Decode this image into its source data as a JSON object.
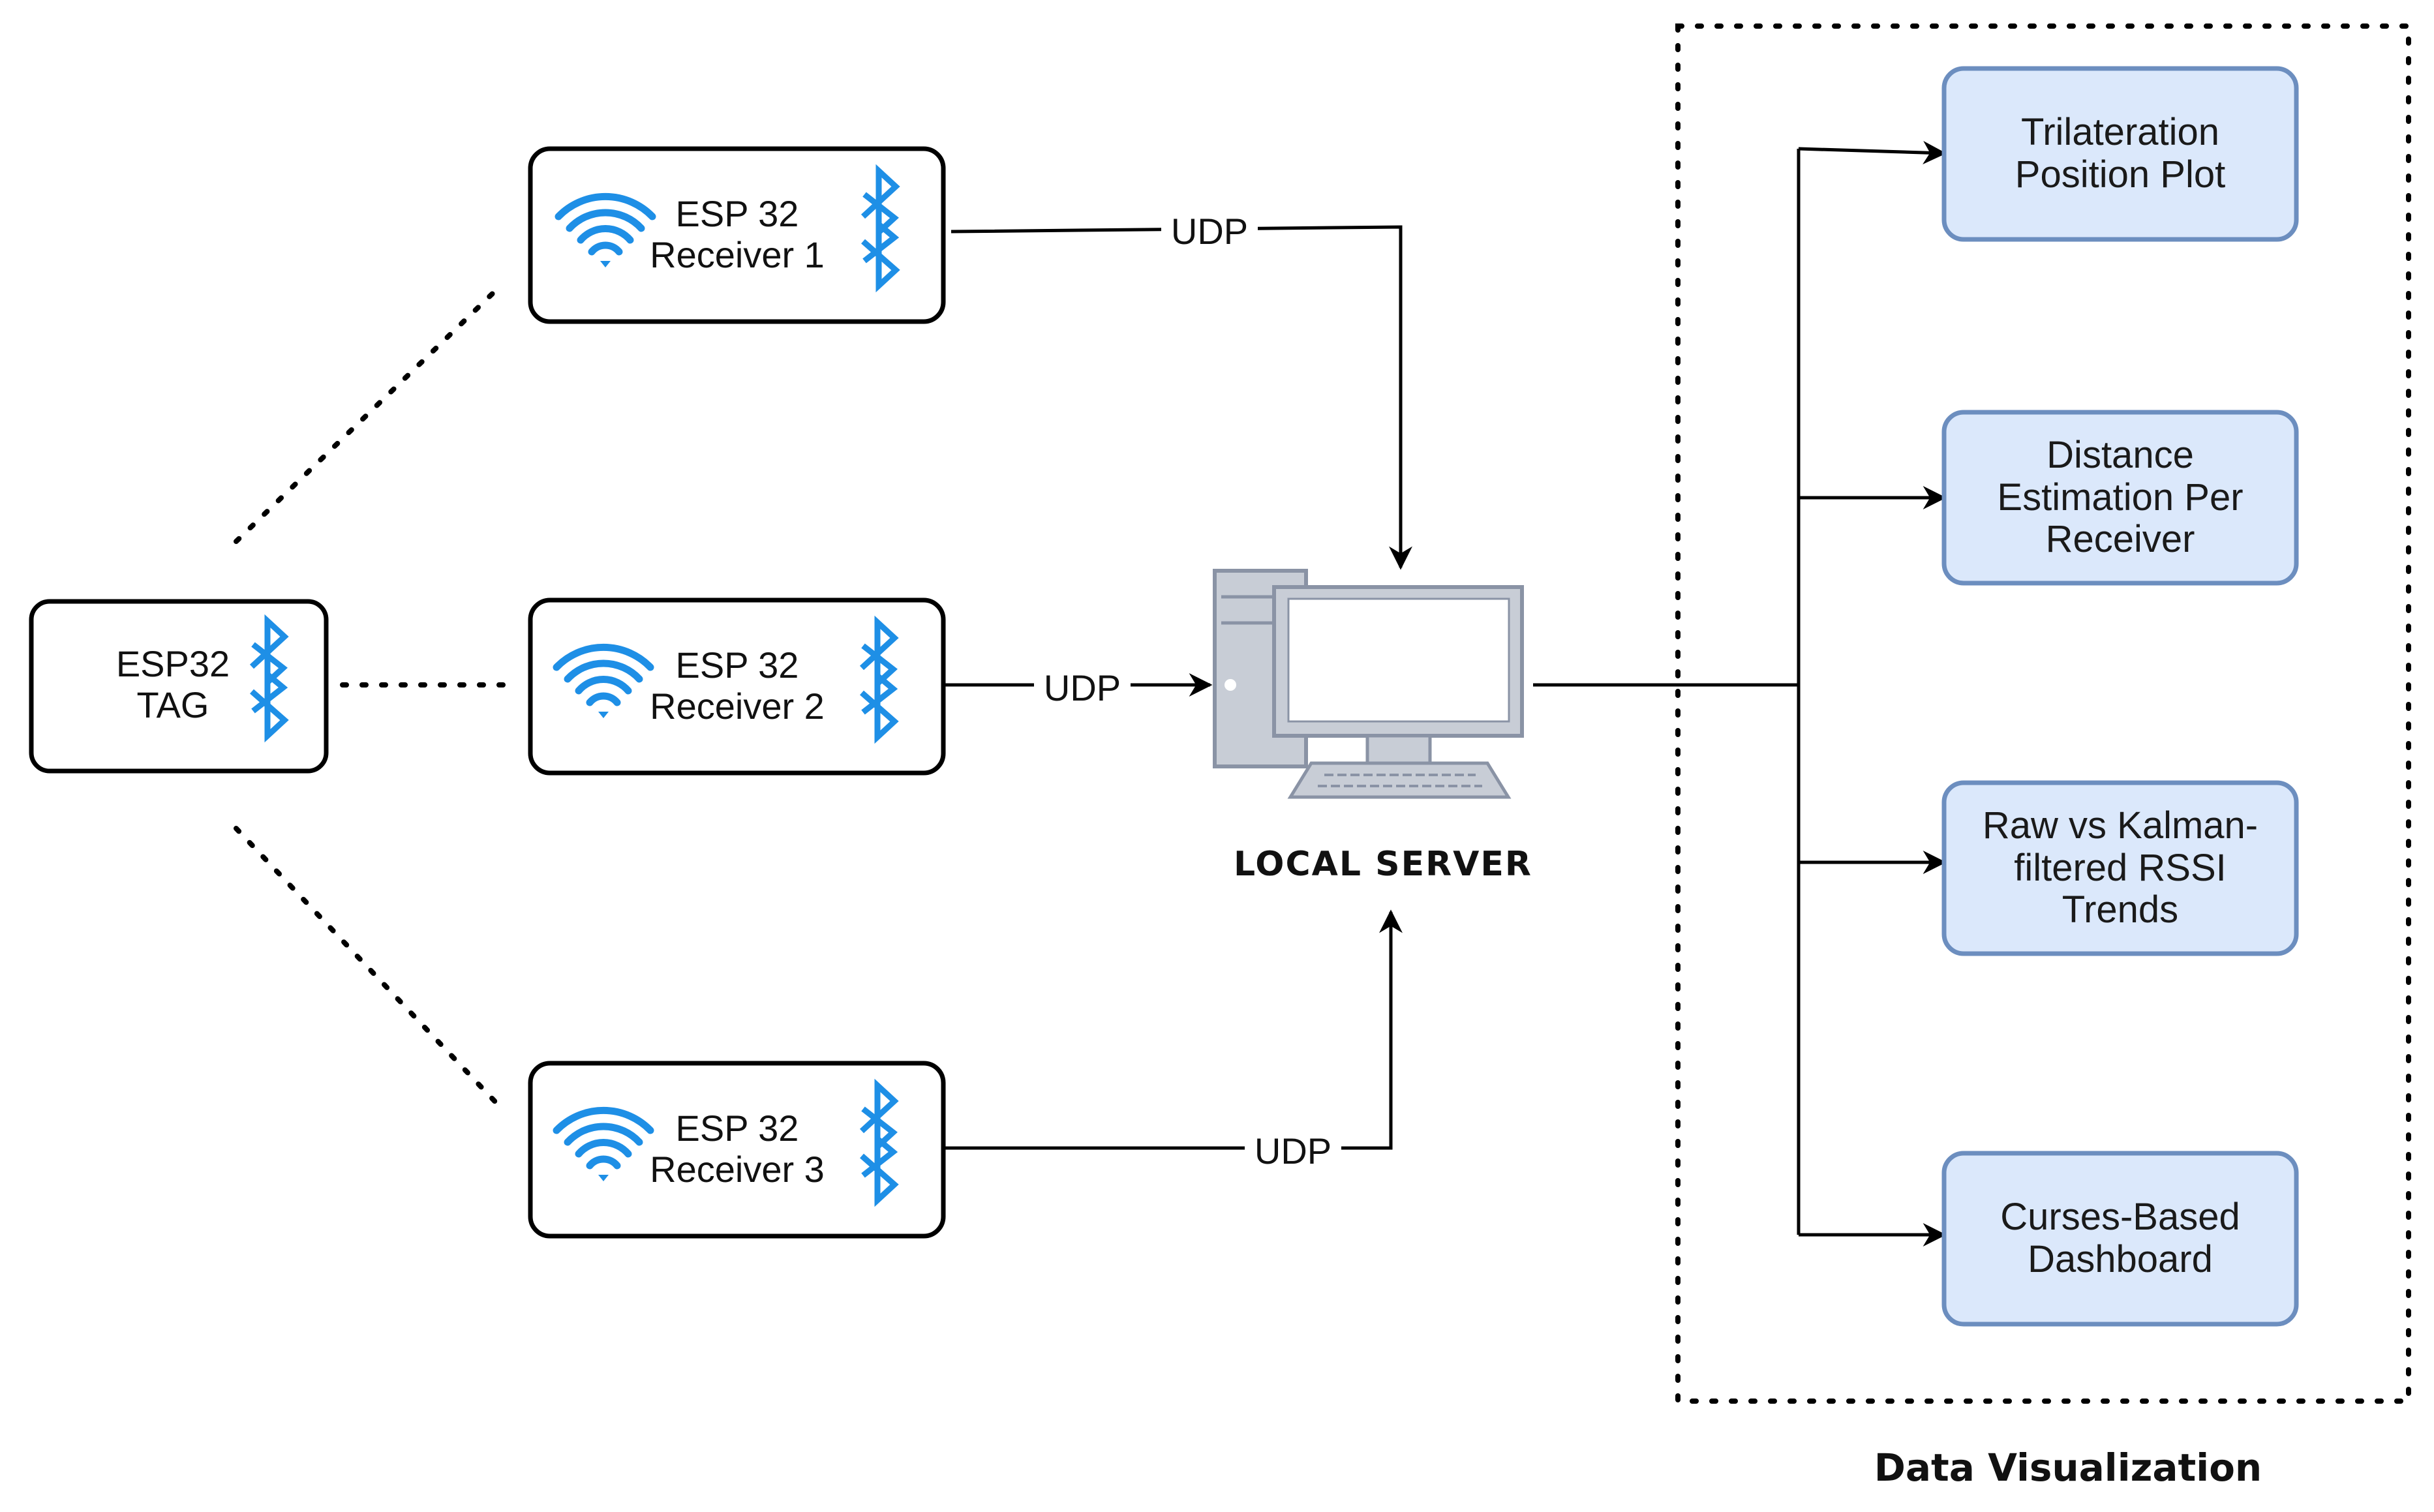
{
  "tag": {
    "line1": "ESP32",
    "line2": "TAG"
  },
  "receivers": [
    {
      "line1": "ESP 32",
      "line2": "Receiver 1"
    },
    {
      "line1": "ESP 32",
      "line2": "Receiver 2"
    },
    {
      "line1": "ESP 32",
      "line2": "Receiver 3"
    }
  ],
  "edges": {
    "udp1": "UDP",
    "udp2": "UDP",
    "udp3": "UDP"
  },
  "server": {
    "label": "LOCAL SERVER"
  },
  "visualization": {
    "group_label": "Data Visualization",
    "items": [
      "Trilateration\nPosition Plot",
      "Distance\nEstimation Per\nReceiver",
      "Raw vs Kalman-\nfiltered RSSI\nTrends",
      "Curses-Based\nDashboard"
    ]
  },
  "colors": {
    "wifi": "#1e8fe6",
    "bluetooth": "#1e8fe6",
    "viz_fill": "#dbe8fb",
    "viz_stroke": "#6c8ebf",
    "computer_fill": "#c8cdd6",
    "computer_stroke": "#8a93a5"
  },
  "icons": {
    "wifi": "wifi-icon",
    "bluetooth": "bluetooth-icon",
    "computer": "computer-icon"
  }
}
